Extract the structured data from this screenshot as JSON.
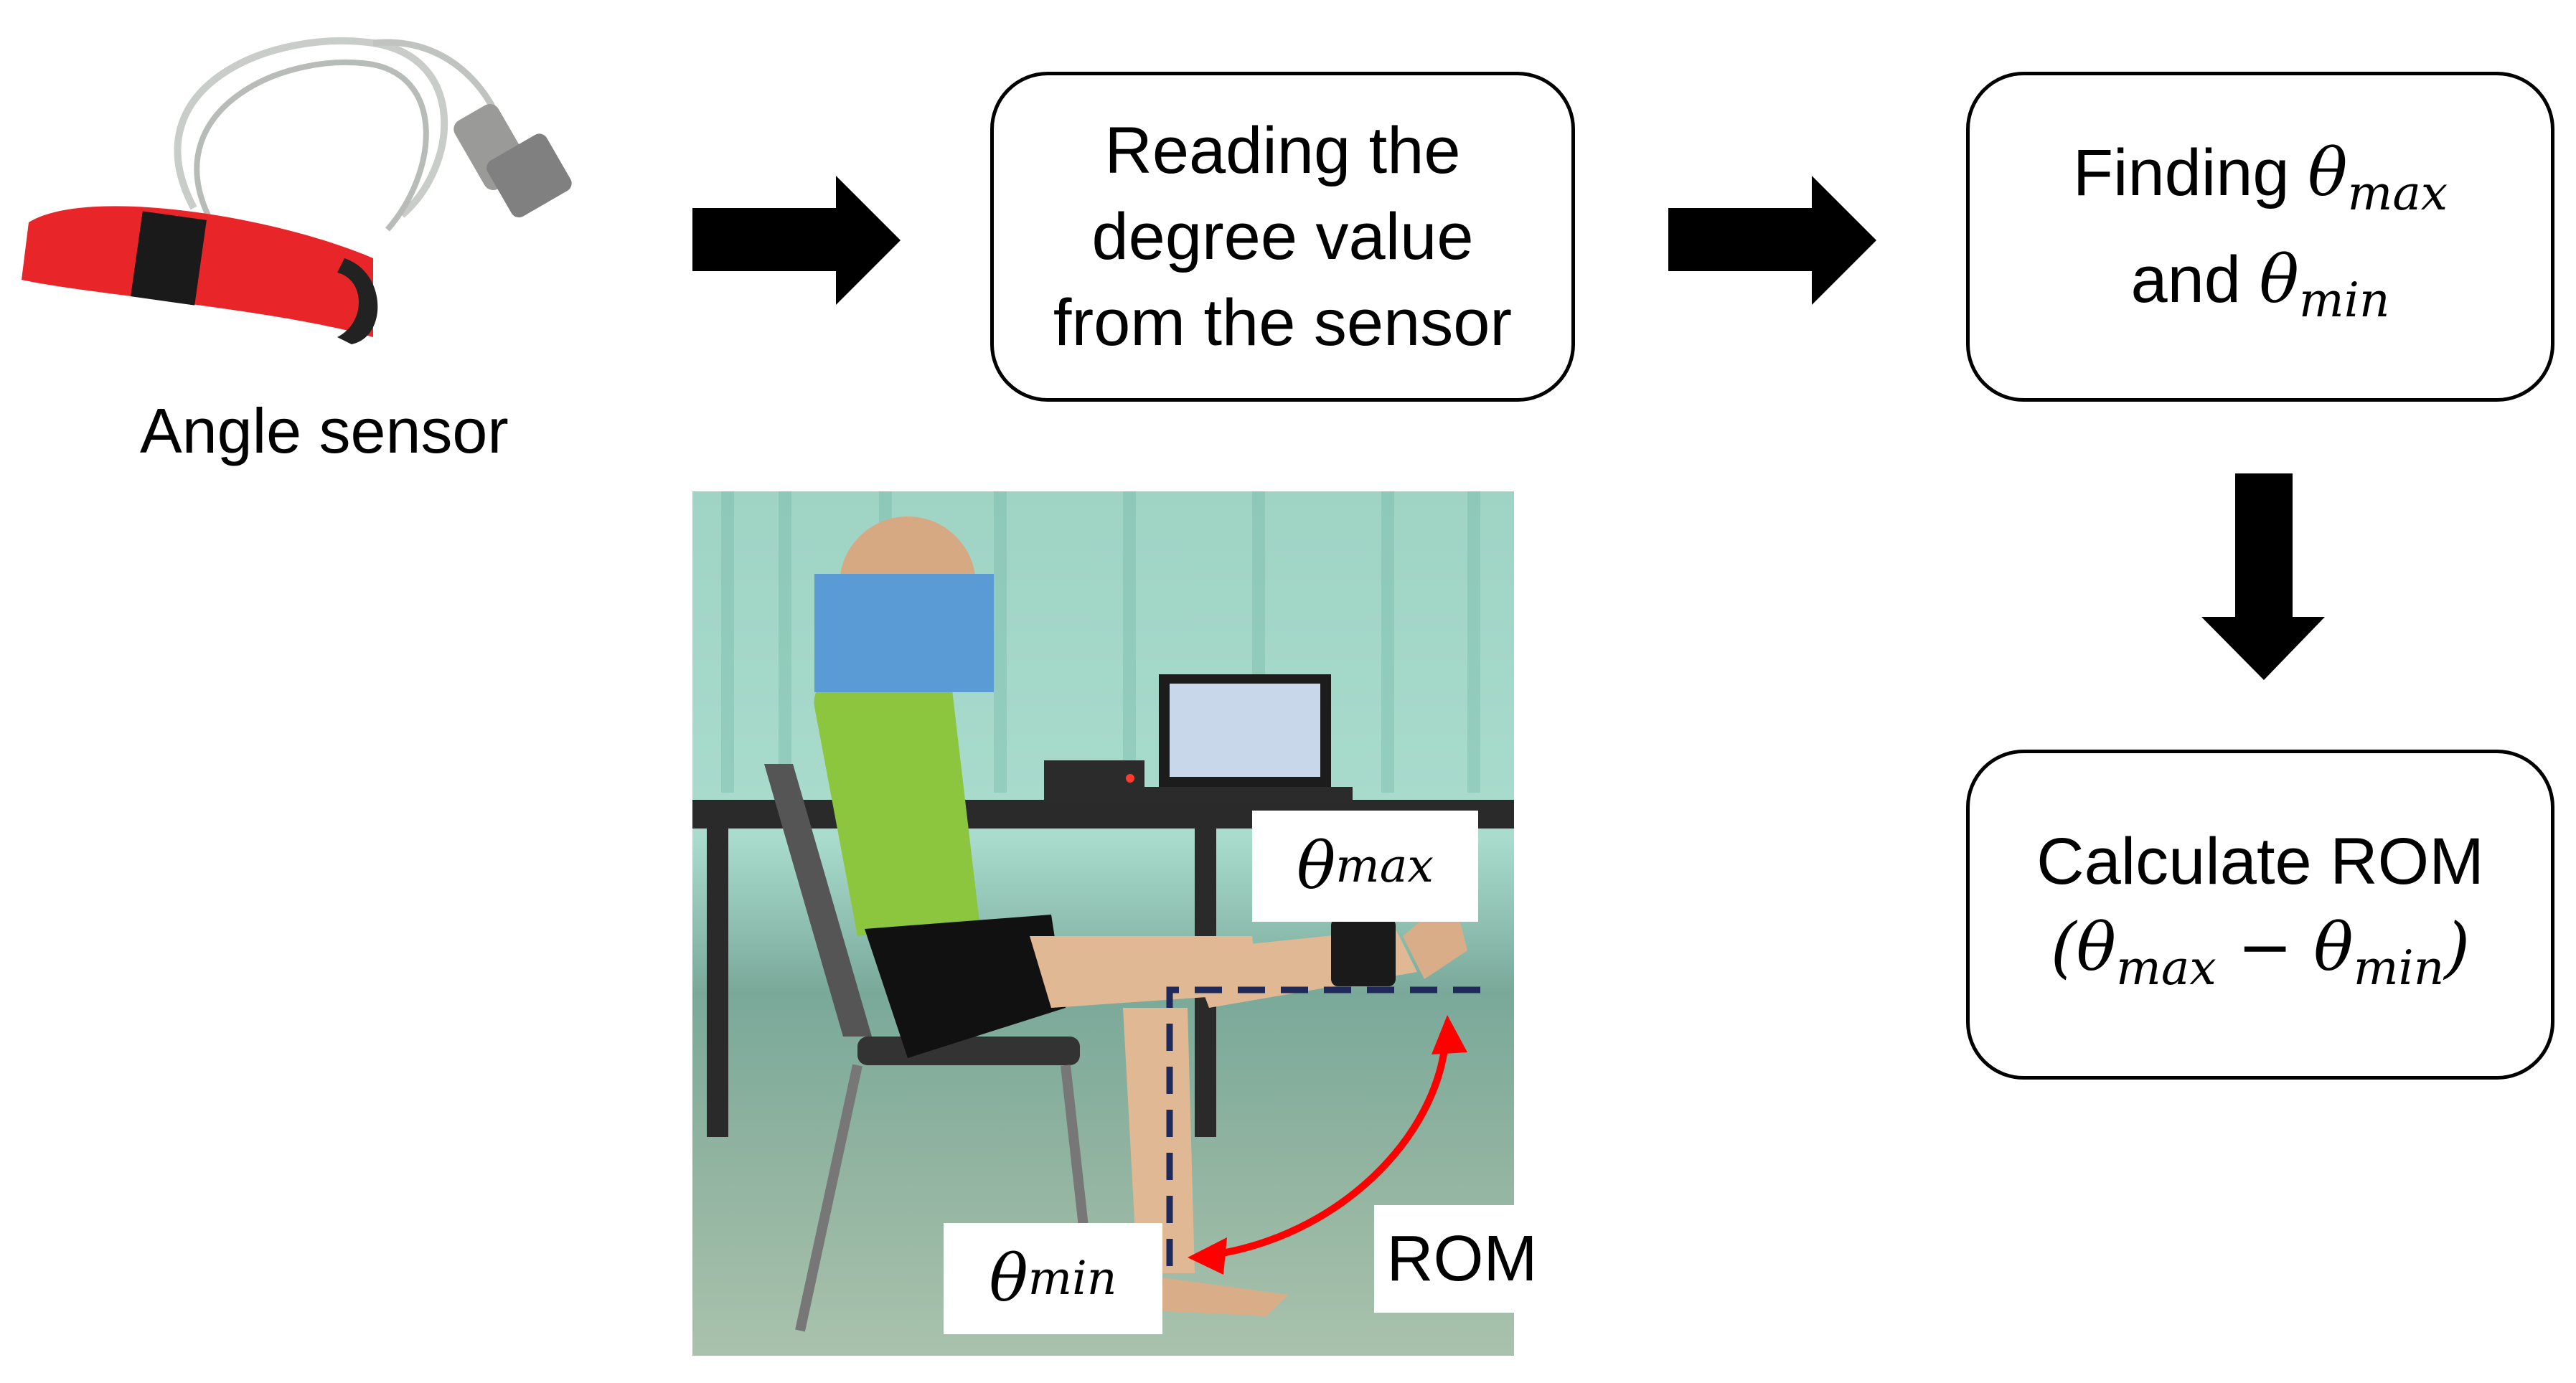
{
  "sensor": {
    "caption": "Angle sensor"
  },
  "steps": {
    "reading": {
      "lines": [
        "Reading the",
        "degree value",
        "from the sensor"
      ]
    },
    "finding": {
      "word1": "Finding",
      "word2": "and",
      "theta": "θ",
      "max_sub": "max",
      "min_sub": "min"
    },
    "calculate": {
      "line1": "Calculate ROM",
      "theta": "θ",
      "max_sub": "max",
      "min_sub": "min",
      "minus": "−",
      "open": "(",
      "close": ")"
    }
  },
  "photo_labels": {
    "theta": "θ",
    "max_sub": "max",
    "min_sub": "min",
    "rom": "ROM"
  },
  "colors": {
    "arrow": "#000000",
    "rom_arc": "#ff0000",
    "dashed_guide": "#1f2a5a",
    "face_blur": "#5b9bd5",
    "strap": "#e8262a",
    "shirt": "#8cc63f"
  },
  "icons": [
    "right-arrow-icon",
    "down-arrow-icon",
    "angle-sensor-image",
    "knee-measurement-photo"
  ]
}
